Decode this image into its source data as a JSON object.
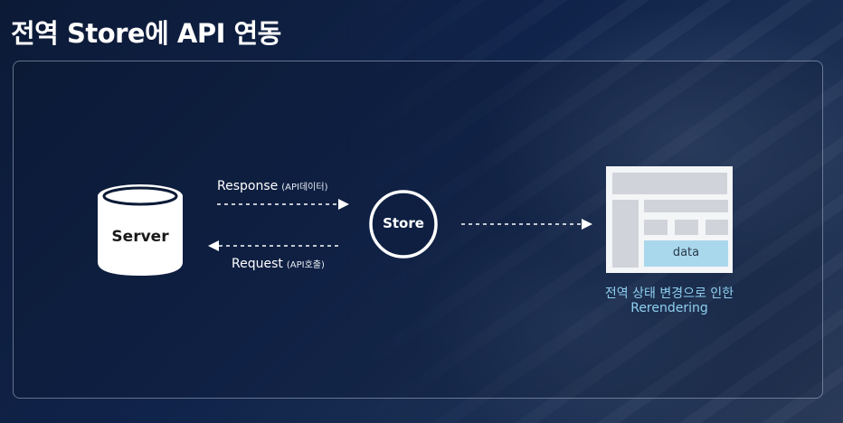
{
  "title": "전역 Store에 API 연동",
  "server": {
    "label": "Server"
  },
  "store": {
    "label": "Store"
  },
  "response": {
    "label": "Response",
    "sub": "(API데이터)"
  },
  "request": {
    "label": "Request",
    "sub": "(API호출)"
  },
  "page": {
    "data_label": "data"
  },
  "caption": {
    "line1": "전역 상태 변경으로 인한",
    "line2": "Rerendering"
  },
  "colors": {
    "background": "#10234a",
    "caption": "#8fd0f0",
    "data_block": "#a9d8ec",
    "wireframe_block": "#d0d3d9"
  }
}
